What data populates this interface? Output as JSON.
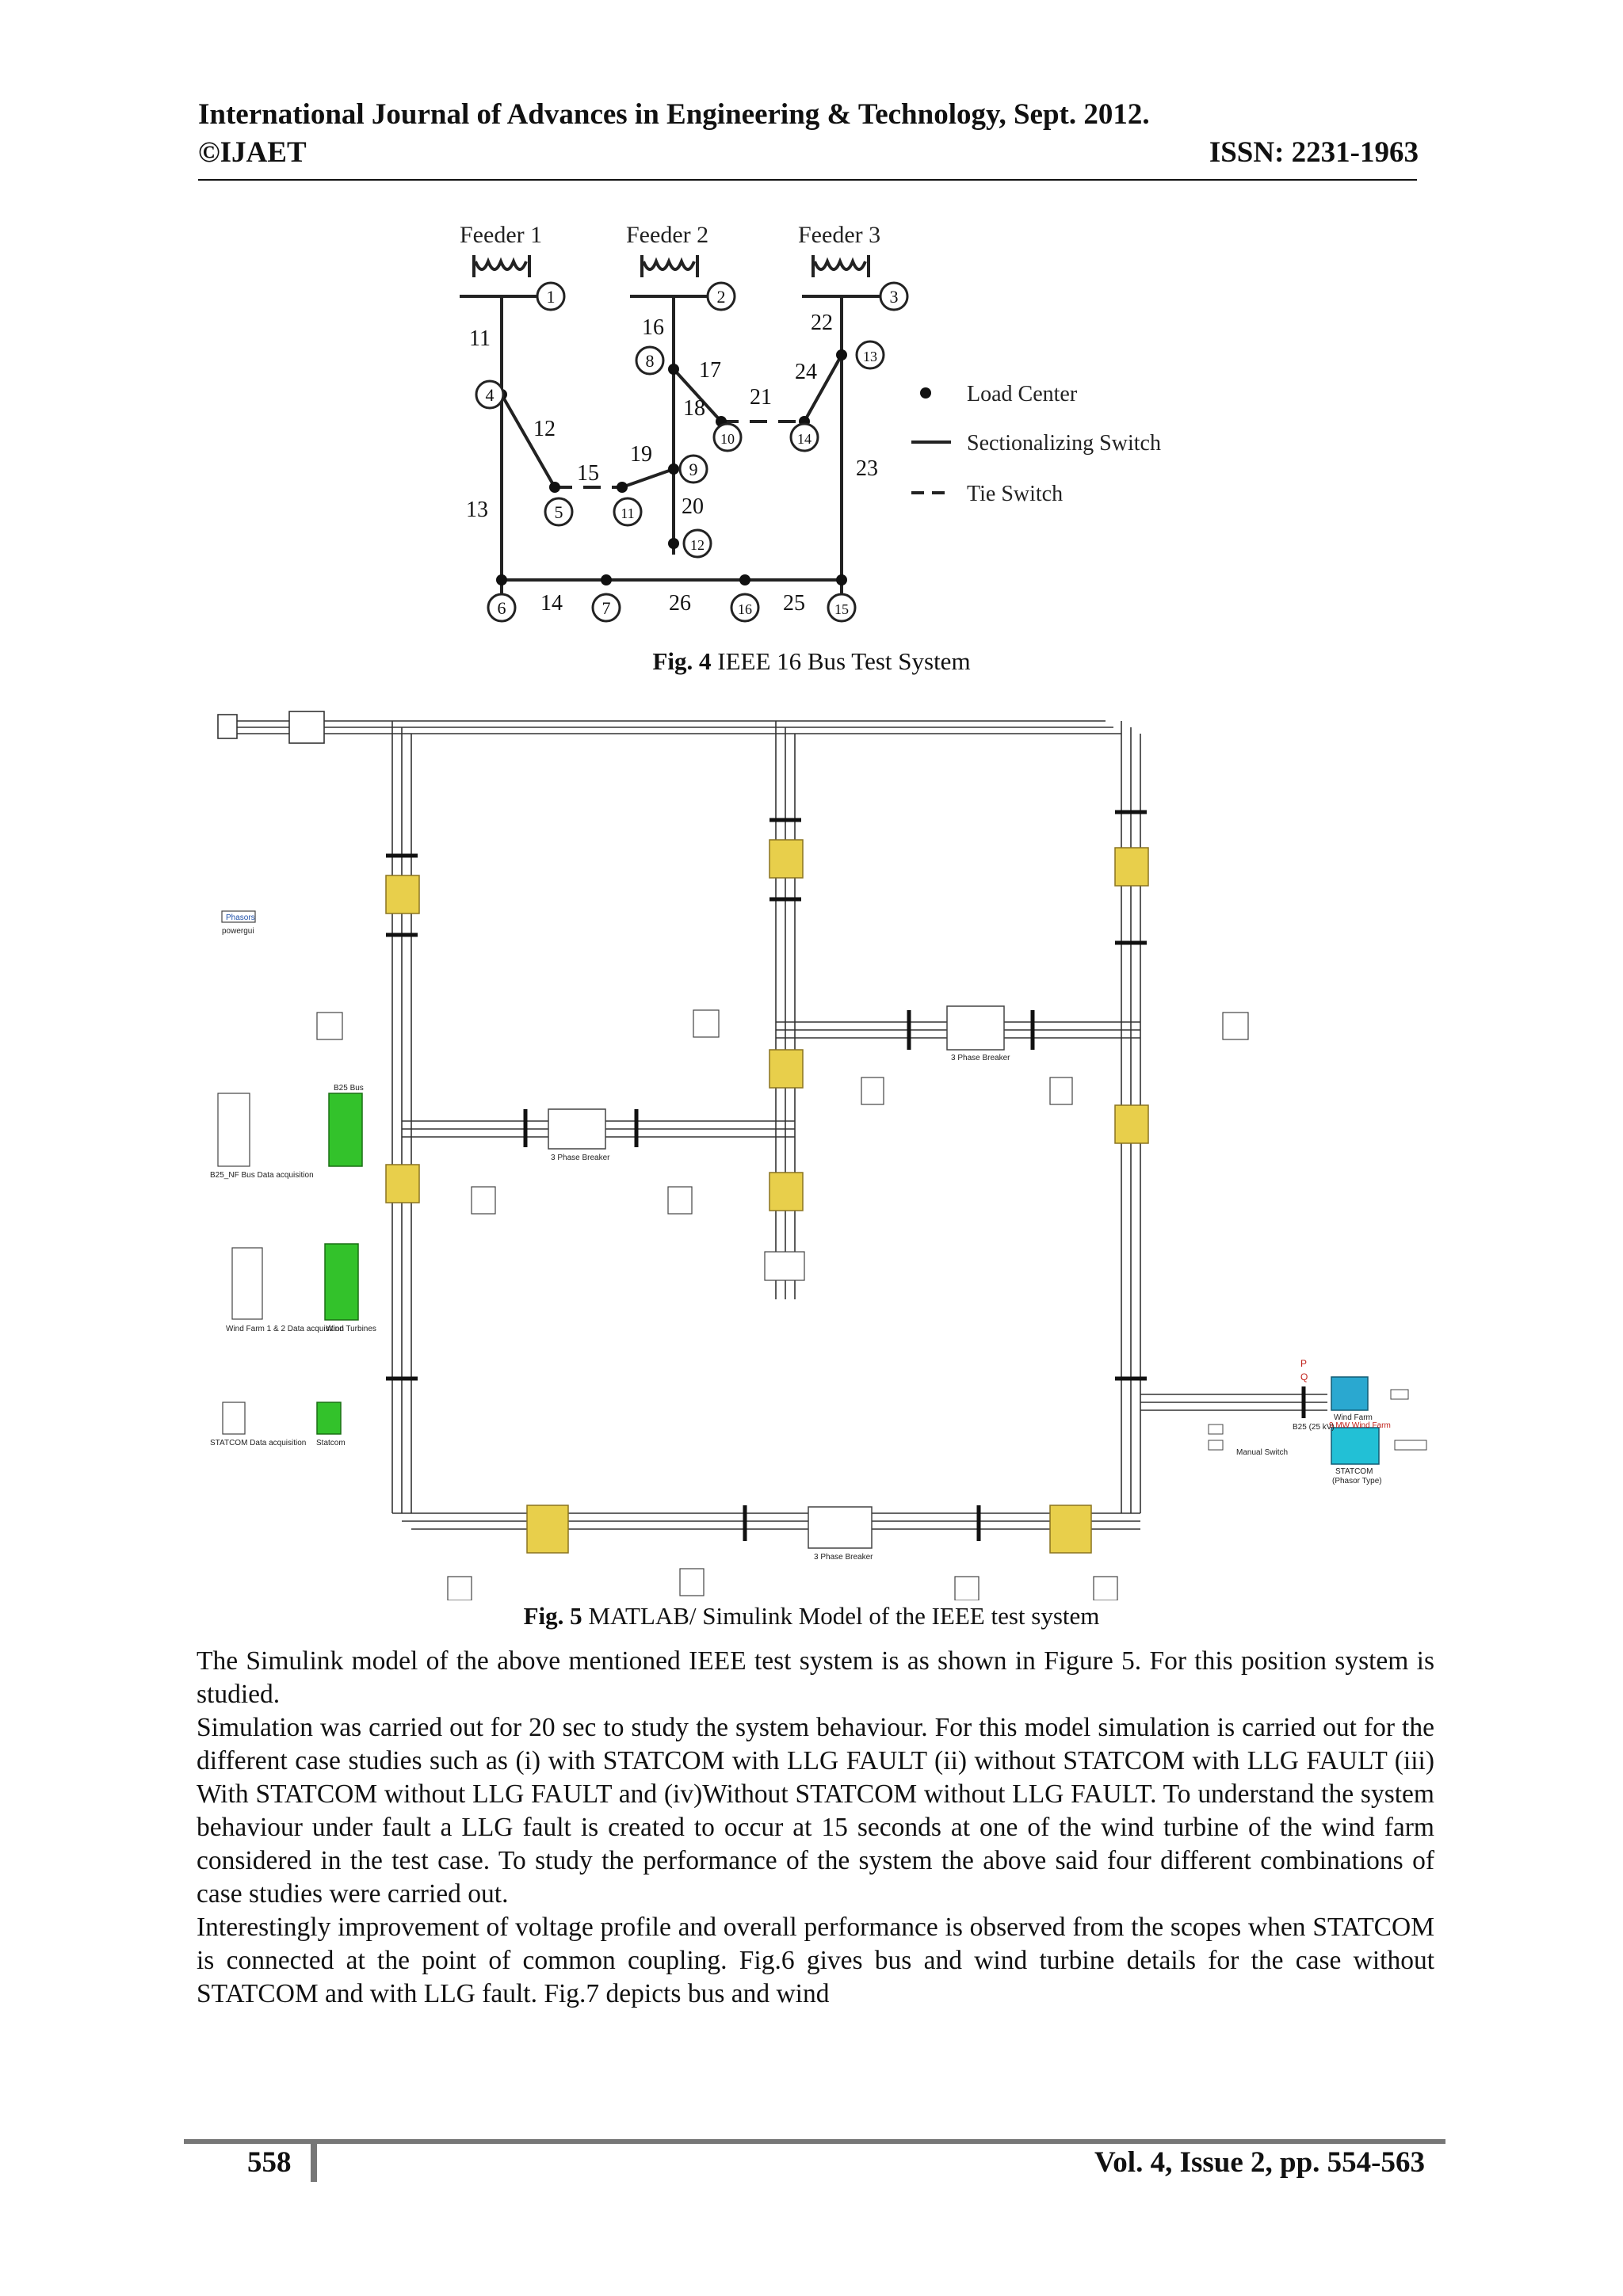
{
  "header": {
    "journal": "International Journal of Advances in Engineering & Technology, Sept. 2012.",
    "copyright": "©IJAET",
    "issn": "ISSN: 2231-1963"
  },
  "figure4": {
    "caption_label": "Fig. 4",
    "caption_text": " IEEE 16 Bus Test System",
    "feeders": [
      "Feeder 1",
      "Feeder 2",
      "Feeder 3"
    ],
    "legend": [
      "Load Center",
      "Sectionalizing Switch",
      "Tie Switch"
    ],
    "bus_numbers": [
      "1",
      "2",
      "3",
      "4",
      "5",
      "6",
      "7",
      "8",
      "9",
      "10",
      "11",
      "12",
      "13",
      "14",
      "15",
      "16"
    ],
    "branch_numbers": [
      "11",
      "12",
      "13",
      "14",
      "15",
      "16",
      "17",
      "18",
      "19",
      "20",
      "21",
      "22",
      "23",
      "24",
      "25",
      "26"
    ]
  },
  "figure5": {
    "caption_label": "Fig. 5",
    "caption_text": " MATLAB/ Simulink Model of the IEEE test system",
    "blocks": {
      "phasors": "Phasors",
      "powergui": "powergui",
      "b25_bus": "B25 Bus",
      "b25_data": "B25_NF Bus Data acquisition",
      "wind_turbines": "Wind Turbines",
      "wind_data": "Wind Farm 1 & 2 Data acquisition",
      "statcom_scope": "Statcom",
      "statcom_data": "STATCOM Data acquisition",
      "breaker": "3 Phase Breaker",
      "wind_farm": "Wind Farm",
      "wind_farm_rating": "9 MW Wind Farm",
      "statcom": "STATCOM",
      "statcom_type": "(Phasor Type)",
      "b25_label": "B25 (25 kV)",
      "manual_switch": "Manual Switch",
      "p_label": "P",
      "q_label": "Q"
    }
  },
  "body": {
    "p1": "The Simulink model of the above mentioned IEEE test system is as shown in Figure 5.  For this position system is studied.",
    "p2": "Simulation was carried out for 20 sec to study the system behaviour. For this model simulation is carried out for the different case studies such as (i) with STATCOM with LLG FAULT (ii) without STATCOM with LLG FAULT (iii) With STATCOM without LLG FAULT and (iv)Without STATCOM without LLG FAULT.  To understand the system behaviour under fault a LLG fault is created to occur at 15 seconds at one of the wind turbine of the wind farm considered in the test case. To study the performance of the system the above said four different combinations of case studies were carried out.",
    "p3": "Interestingly improvement of voltage profile and overall performance is observed from the scopes when STATCOM is connected at the point of common coupling.  Fig.6 gives bus and wind turbine details for the case without STATCOM and with LLG fault.  Fig.7 depicts bus and wind"
  },
  "footer": {
    "page": "558",
    "volume": "Vol. 4, Issue 2, pp. 554-563"
  }
}
